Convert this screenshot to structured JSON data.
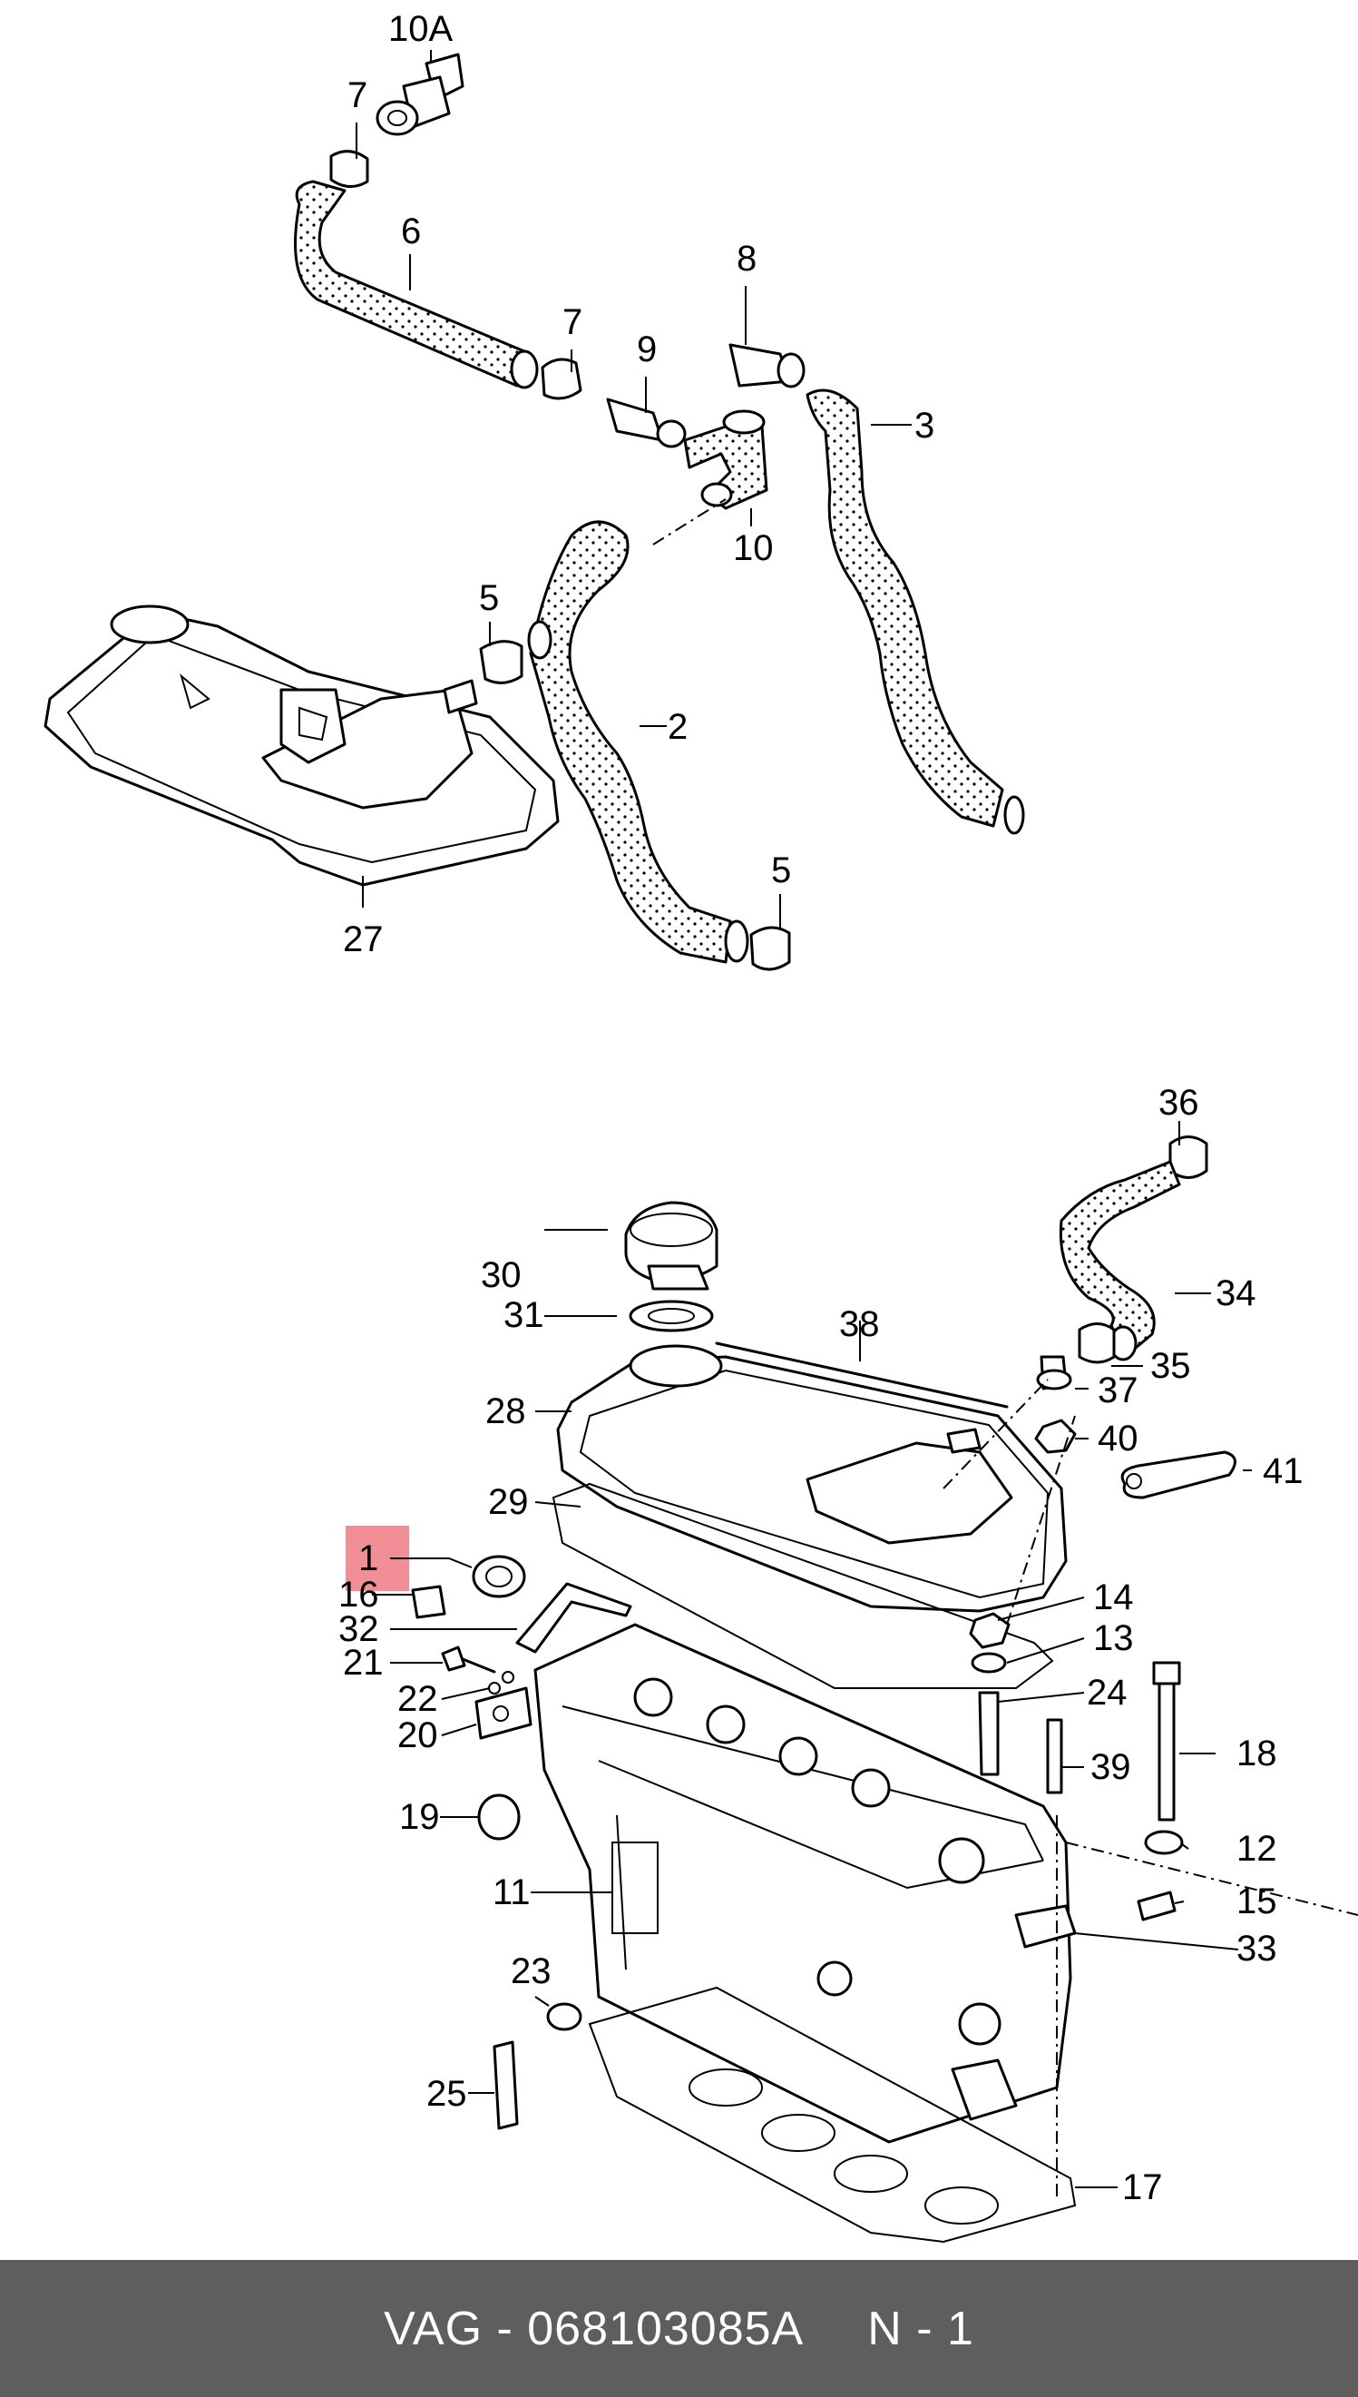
{
  "highlight": {
    "color": "#f07a82",
    "callout": "1"
  },
  "footer": {
    "brand": "VAG",
    "separator": "-",
    "part_number": "068103085A",
    "position_label": "N - 1",
    "background": "#5e5e5e",
    "text_color": "#ffffff"
  },
  "callouts": {
    "c10A": "10A",
    "c7a": "7",
    "c6": "6",
    "c7b": "7",
    "c8": "8",
    "c9": "9",
    "c3": "3",
    "c10": "10",
    "c5a": "5",
    "c2": "2",
    "c5b": "5",
    "c27": "27",
    "c36": "36",
    "c30": "30",
    "c34": "34",
    "c31": "31",
    "c38": "38",
    "c35": "35",
    "c28": "28",
    "c37": "37",
    "c40": "40",
    "c41": "41",
    "c29": "29",
    "c1": "1",
    "c16": "16",
    "c14": "14",
    "c32": "32",
    "c13": "13",
    "c21": "21",
    "c24": "24",
    "c22": "22",
    "c18": "18",
    "c20": "20",
    "c39": "39",
    "c19": "19",
    "c12": "12",
    "c11": "11",
    "c15": "15",
    "c33": "33",
    "c23": "23",
    "c25": "25",
    "c17": "17"
  }
}
